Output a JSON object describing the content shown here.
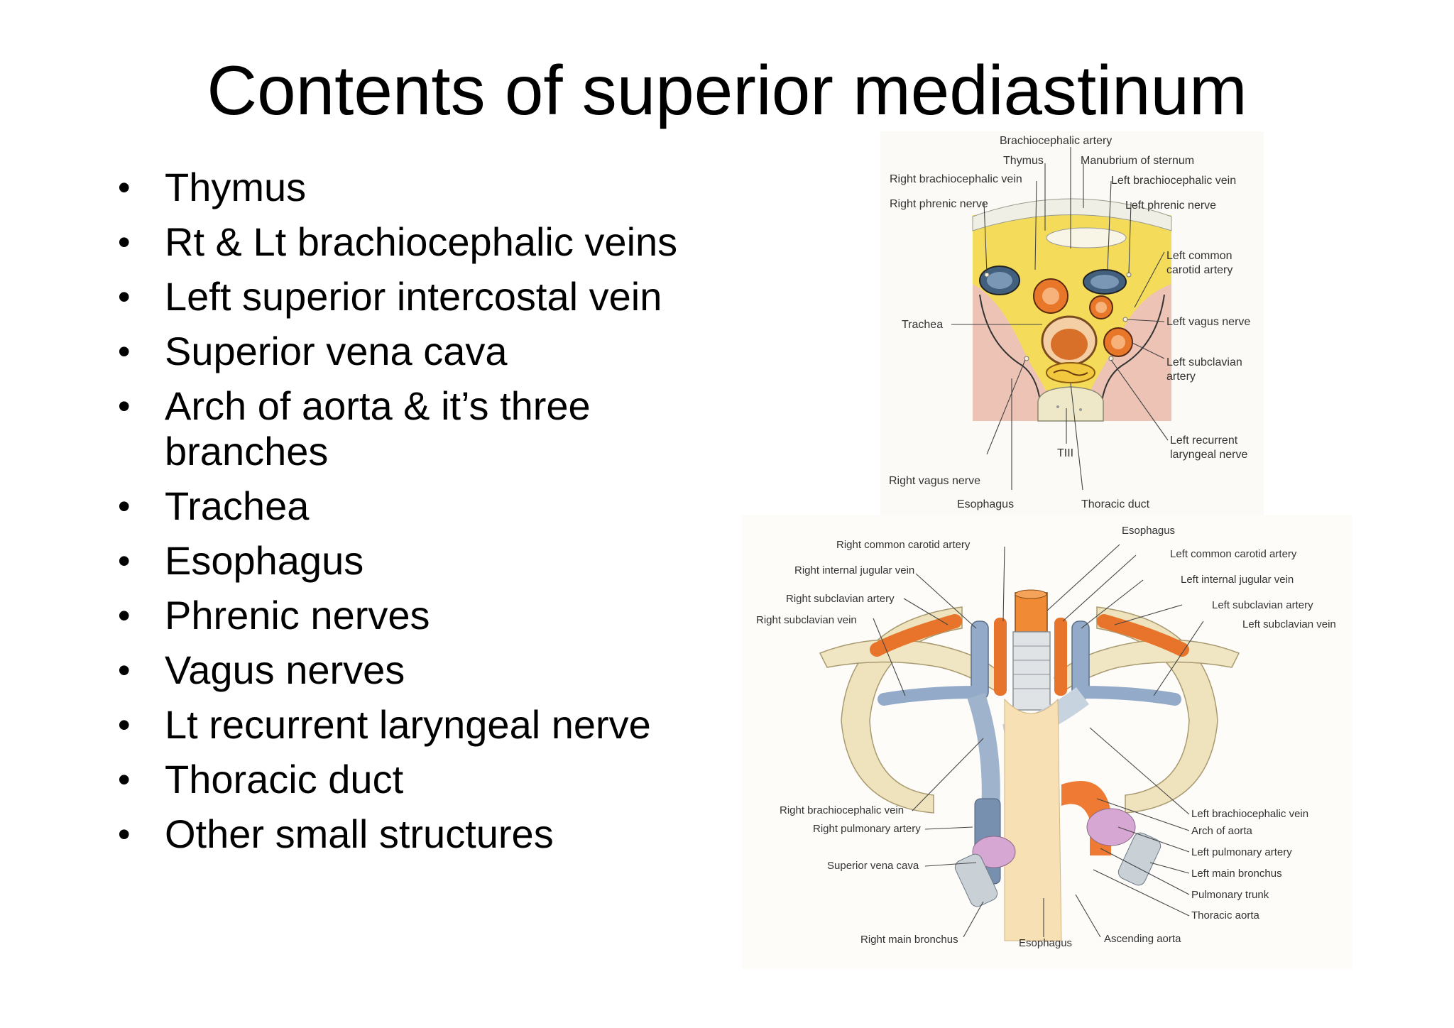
{
  "title": "Contents of superior mediastinum",
  "bullets": [
    "Thymus",
    "Rt & Lt brachiocephalic veins",
    "Left superior intercostal vein",
    "Superior vena cava",
    "Arch of aorta & it’s three branches",
    "Trachea",
    "Esophagus",
    "Phrenic nerves",
    "Vagus nerves",
    "Lt recurrent laryngeal nerve",
    "Thoracic duct",
    "Other small structures"
  ],
  "figure_top": {
    "labels": {
      "brachiocephalic_artery": "Brachiocephalic artery",
      "thymus": "Thymus",
      "manubrium": "Manubrium of sternum",
      "right_brachiocephalic_vein": "Right brachiocephalic vein",
      "left_brachiocephalic_vein": "Left brachiocephalic vein",
      "right_phrenic_nerve": "Right phrenic nerve",
      "left_phrenic_nerve": "Left phrenic nerve",
      "left_common_carotid_1": "Left common",
      "left_common_carotid_2": "carotid artery",
      "trachea": "Trachea",
      "left_vagus_nerve": "Left vagus nerve",
      "left_subclavian_1": "Left subclavian",
      "left_subclavian_2": "artery",
      "left_recurrent_1": "Left recurrent",
      "left_recurrent_2": "laryngeal nerve",
      "tiii": "TIII",
      "right_vagus_nerve": "Right vagus nerve",
      "esophagus": "Esophagus",
      "thoracic_duct": "Thoracic duct"
    }
  },
  "figure_bottom": {
    "labels": {
      "esophagus_top": "Esophagus",
      "right_common_carotid": "Right common carotid artery",
      "left_common_carotid": "Left common carotid artery",
      "right_internal_jugular": "Right internal jugular vein",
      "left_internal_jugular": "Left internal jugular vein",
      "right_subclavian_artery": "Right subclavian artery",
      "left_subclavian_artery": "Left subclavian artery",
      "right_subclavian_vein": "Right subclavian vein",
      "left_subclavian_vein": "Left subclavian vein",
      "right_brachiocephalic_vein": "Right brachiocephalic vein",
      "left_brachiocephalic_vein": "Left brachiocephalic vein",
      "right_pulmonary_artery": "Right pulmonary artery",
      "arch_of_aorta": "Arch of aorta",
      "left_pulmonary_artery": "Left pulmonary artery",
      "superior_vena_cava": "Superior vena cava",
      "left_main_bronchus": "Left main bronchus",
      "pulmonary_trunk": "Pulmonary trunk",
      "thoracic_aorta": "Thoracic aorta",
      "right_main_bronchus": "Right main bronchus",
      "esophagus_bottom": "Esophagus",
      "ascending_aorta": "Ascending aorta"
    }
  }
}
